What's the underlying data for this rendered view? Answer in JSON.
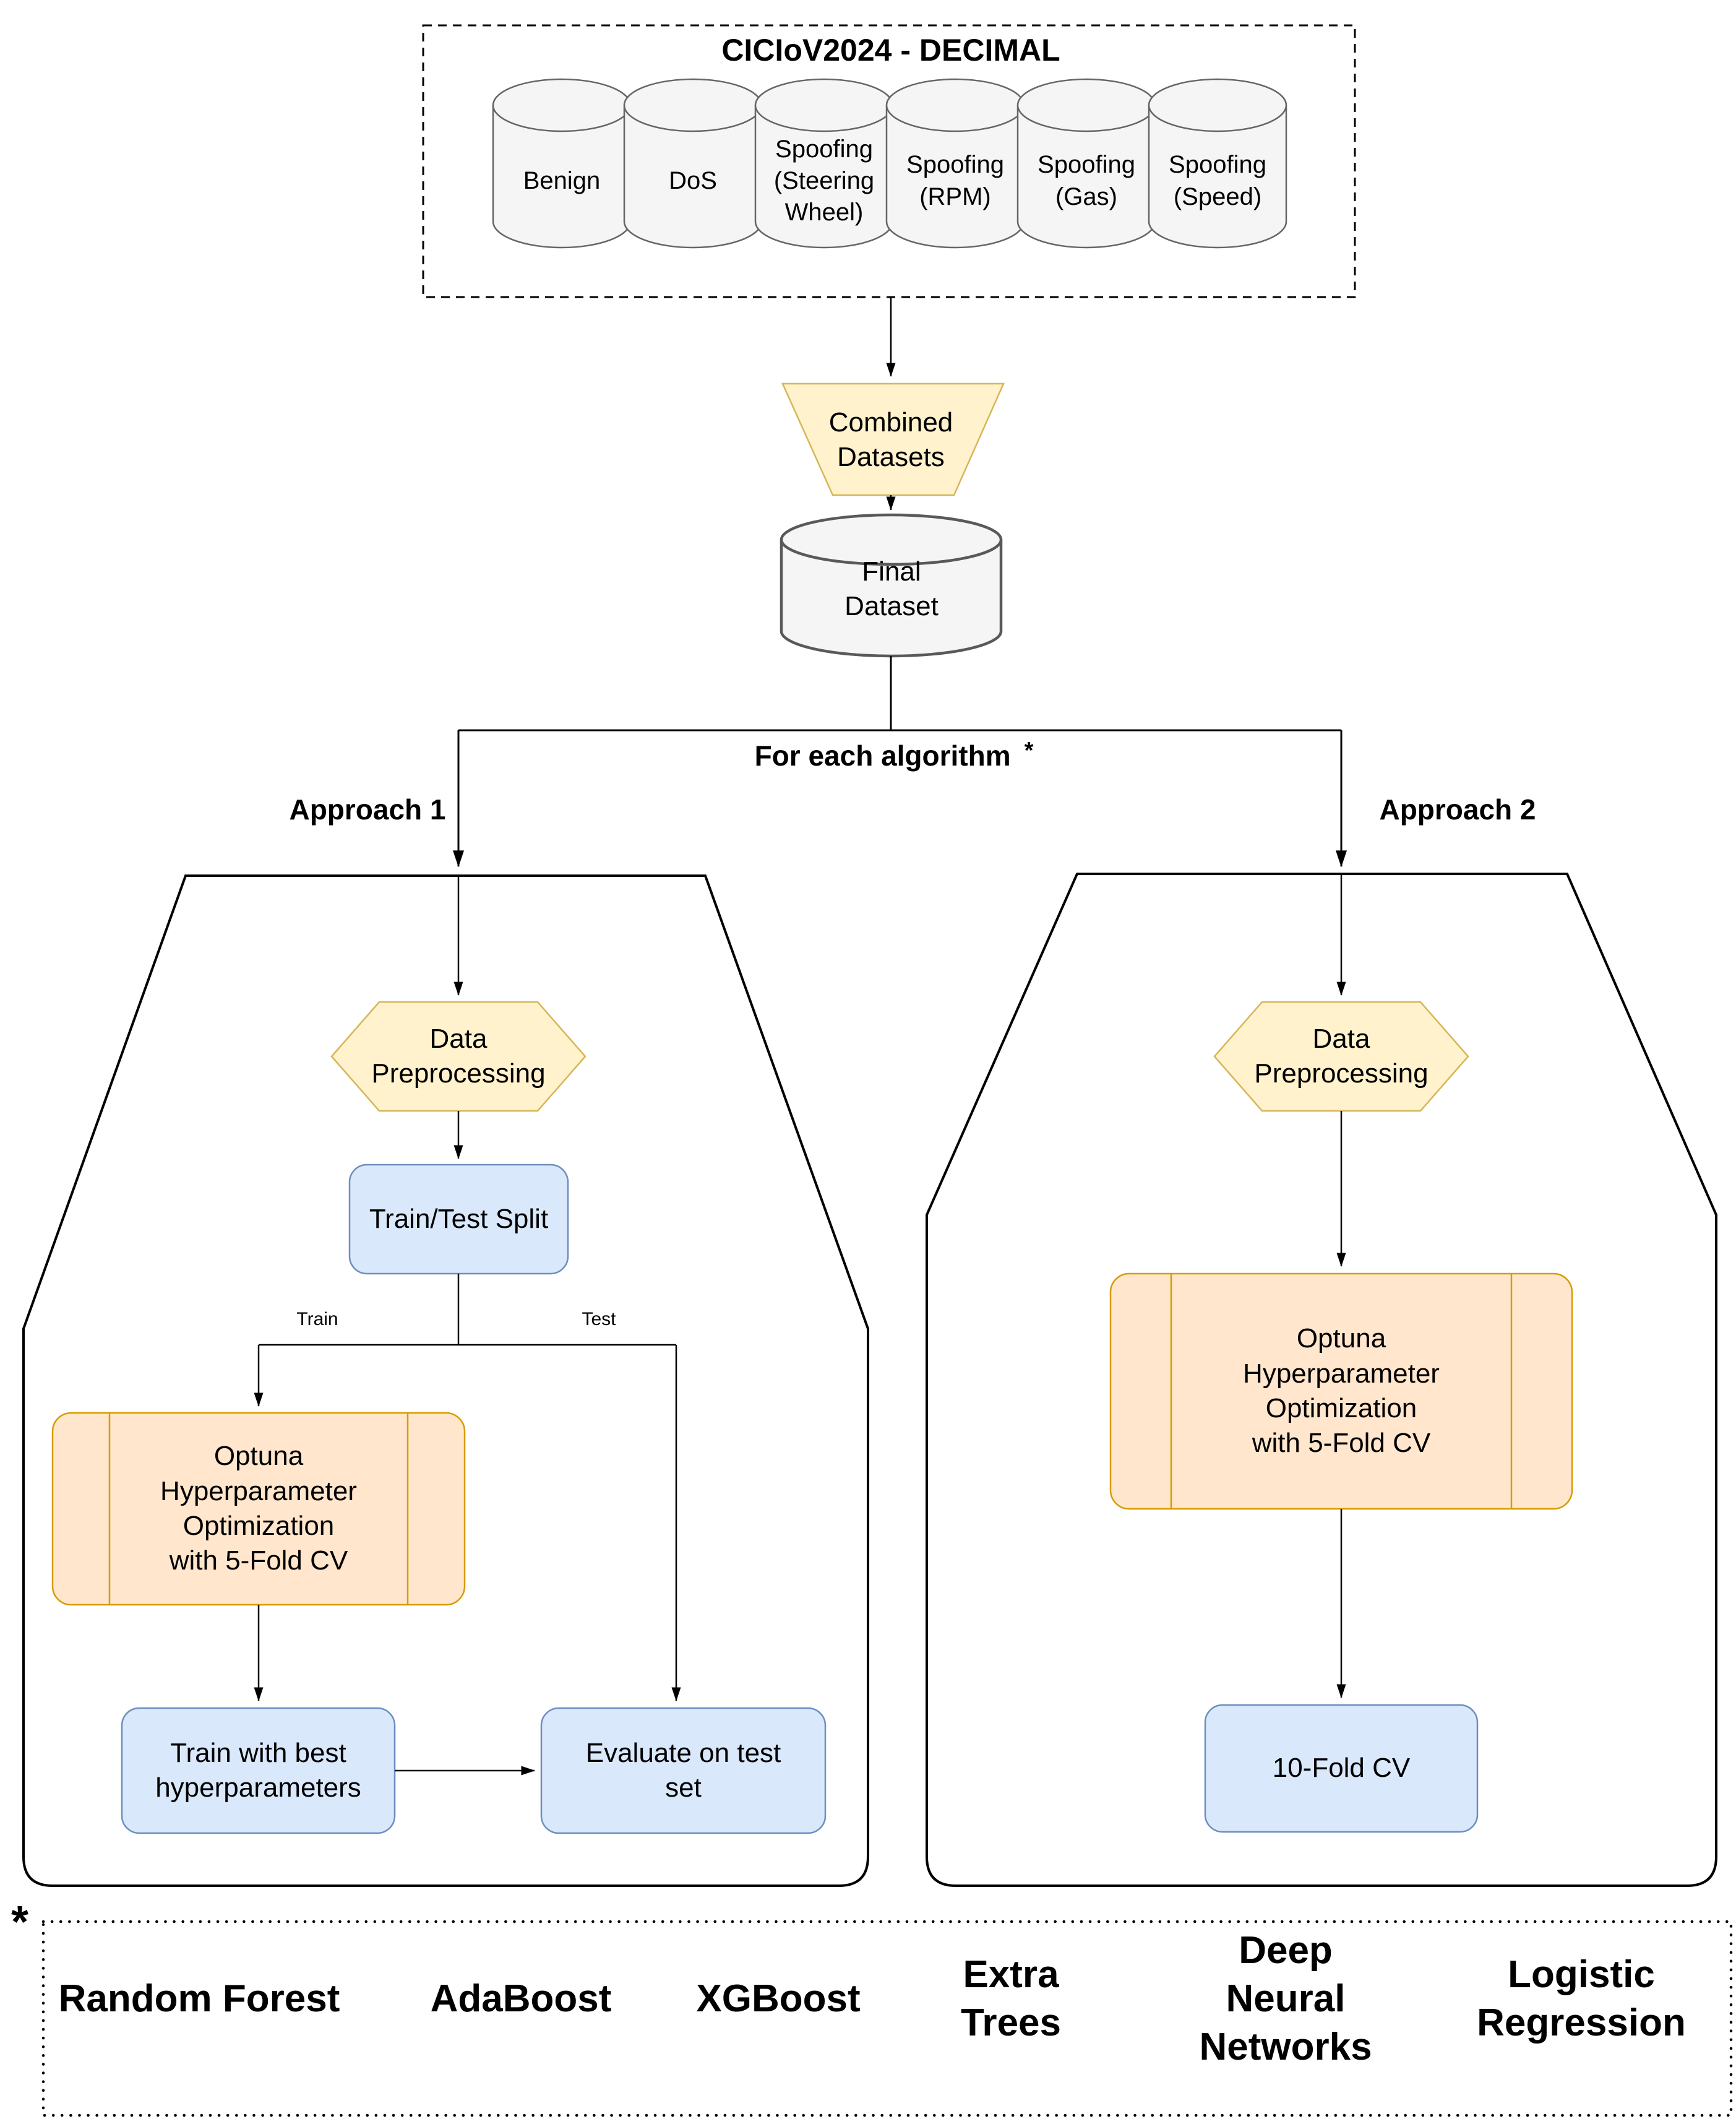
{
  "colors": {
    "yellow_fill": "#FFF2CC",
    "yellow_stroke": "#D6B656",
    "orange_fill": "#FFE6CC",
    "orange_stroke": "#D79B00",
    "blue_fill": "#DAE8FC",
    "blue_stroke": "#6C8EBF",
    "cylinder_fill": "#F5F5F5",
    "cylinder_stroke": "#666666",
    "line": "#000000"
  },
  "source": {
    "title": "CICIoV2024 - DECIMAL",
    "datasets": [
      "Benign",
      "DoS",
      "Spoofing\n(Steering\nWheel)",
      "Spoofing\n(RPM)",
      "Spoofing\n(Gas)",
      "Spoofing\n(Speed)"
    ]
  },
  "pipeline": {
    "combined_datasets": "Combined\nDatasets",
    "final_dataset": "Final\nDataset",
    "for_each_algorithm": "For each algorithm",
    "for_each_marker": "*"
  },
  "approach1": {
    "label": "Approach 1",
    "data_preprocessing": "Data\nPreprocessing",
    "train_test_split": "Train/Test Split",
    "train_edge": "Train",
    "test_edge": "Test",
    "optuna": "Optuna\nHyperparameter\nOptimization\nwith 5-Fold CV",
    "train_best": "Train with best\nhyperparameters",
    "evaluate": "Evaluate on test\nset"
  },
  "approach2": {
    "label": "Approach 2",
    "data_preprocessing": "Data\nPreprocessing",
    "optuna": "Optuna\nHyperparameter\nOptimization\nwith 5-Fold CV",
    "ten_fold_cv": "10-Fold CV"
  },
  "legend": {
    "marker": "*",
    "algorithms": [
      "Random Forest",
      "AdaBoost",
      "XGBoost",
      "Extra\nTrees",
      "Deep\nNeural\nNetworks",
      "Logistic\nRegression"
    ]
  }
}
